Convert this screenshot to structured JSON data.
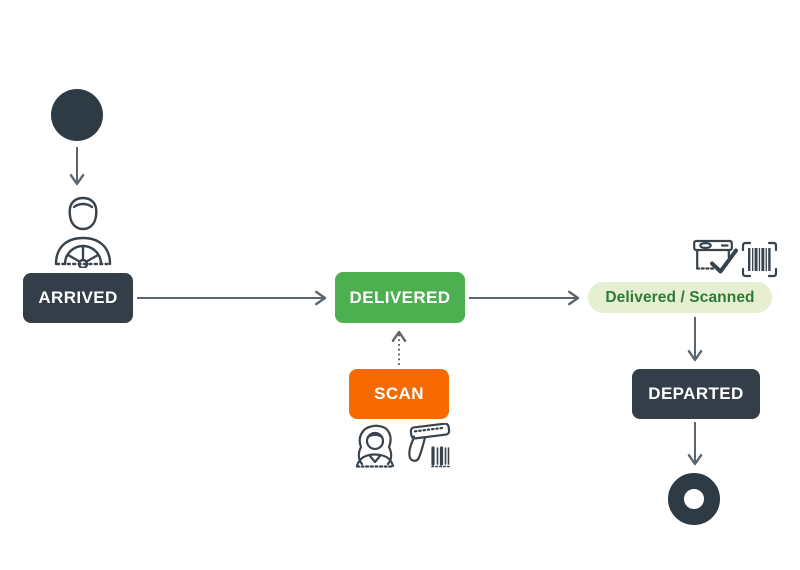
{
  "diagram": {
    "type": "flowchart",
    "nodes": {
      "start": {
        "kind": "start-circle"
      },
      "arrived": {
        "label": "ARRIVED",
        "color": "#333e48"
      },
      "delivered": {
        "label": "DELIVERED",
        "color": "#4caf50"
      },
      "scan": {
        "label": "SCAN",
        "color": "#f66a00"
      },
      "scanned_badge": {
        "label": "Delivered / Scanned",
        "bg_color": "#e6efd2",
        "text_color": "#2c7a36"
      },
      "departed": {
        "label": "DEPARTED",
        "color": "#333e48"
      },
      "end": {
        "kind": "end-circle"
      }
    },
    "edges": [
      {
        "from": "start",
        "to": "driver-icon",
        "style": "solid"
      },
      {
        "from": "arrived",
        "to": "delivered",
        "style": "solid"
      },
      {
        "from": "delivered",
        "to": "scanned_badge",
        "style": "solid"
      },
      {
        "from": "scanned_badge",
        "to": "departed",
        "style": "solid"
      },
      {
        "from": "departed",
        "to": "end",
        "style": "solid"
      },
      {
        "from": "scan",
        "to": "delivered",
        "style": "dotted"
      }
    ],
    "icons": {
      "driver": "driver-with-steering-wheel-icon",
      "package_check": "package-checked-icon",
      "barcode": "barcode-scan-icon",
      "operator": "operator-woman-icon",
      "scanner_gun": "barcode-scanner-gun-icon"
    },
    "colors": {
      "dark_node": "#333e48",
      "start_end": "#2e3b44",
      "green_node": "#4caf50",
      "orange_node": "#f66a00",
      "badge_bg": "#e6efd2",
      "badge_text": "#2c7a36",
      "arrow": "#5b656d",
      "icon_stroke": "#39434c",
      "background": "#ffffff"
    }
  }
}
